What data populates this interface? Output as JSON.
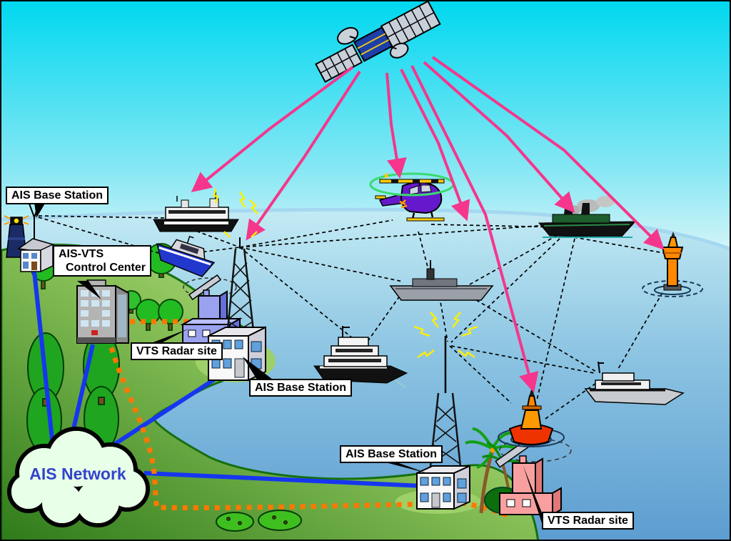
{
  "labels": {
    "base_station_left": "AIS Base Station",
    "control_center_line1": "AIS-VTS",
    "control_center_line2": "Control Center",
    "radar_left": "VTS Radar site",
    "base_station_mid": "AIS Base Station",
    "base_station_bottom": "AIS Base Station",
    "radar_right": "VTS Radar site",
    "network_cloud": "AIS Network"
  },
  "colors": {
    "sky_top": "#00d8f0",
    "sky_horizon": "#d4f4f8",
    "sea_light": "#c6edf5",
    "sea_deep": "#5c9cd0",
    "land_light": "#dcedbe",
    "land_dark": "#2e7a1a",
    "backbone_line_blue": "#1636f0",
    "data_link_orange": "#ff7700",
    "satellite_ray_pink": "#f5368c",
    "vhf_link_dashed": "#000000",
    "cloud_fill": "#e8ffe8",
    "cloud_text": "#3344cc",
    "radar_building_left": "#9aa2f0",
    "radar_building_right": "#f8a0a0",
    "helicopter_body": "#6619cc",
    "buoy_orange": "#ff8800",
    "buoy_red": "#ee3300"
  }
}
